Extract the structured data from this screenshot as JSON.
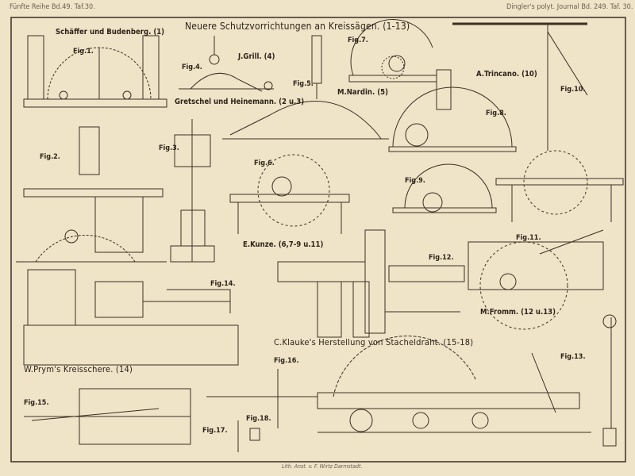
{
  "header": {
    "left": "Fünfte Reihe Bd.49. Taf.30.",
    "right": "Dingler's polyt. Journal Bd. 249. Taf. 30."
  },
  "title": "Neuere Schutzvorrichtungen an Kreissägen. (1-13)",
  "makers": {
    "schaeffer": "Schäffer und Budenberg. (1)",
    "grill": "J.Grill. (4)",
    "gretschel": "Gretschel und Heinemann. (2 u.3)",
    "nardin": "M.Nardin. (5)",
    "trincano": "A.Trincano. (10)",
    "kunze": "E.Kunze. (6,7-9 u.11)",
    "fromm": "M.Fromm. (12 u.13)",
    "klauke": "C.Klauke's Herstellung von Stacheldraht. (15-18)",
    "prym": "W.Prym's Kreisschere. (14)"
  },
  "figures": {
    "f1": "Fig.1.",
    "f2": "Fig.2.",
    "f3": "Fig.3.",
    "f4": "Fig.4.",
    "f5": "Fig.5.",
    "f6": "Fig.6.",
    "f7": "Fig.7.",
    "f8": "Fig.8.",
    "f9": "Fig.9.",
    "f10": "Fig.10.",
    "f11": "Fig.11.",
    "f12": "Fig.12.",
    "f13": "Fig.13.",
    "f14": "Fig.14.",
    "f15": "Fig.15.",
    "f16": "Fig.16.",
    "f17": "Fig.17.",
    "f18": "Fig.18."
  },
  "imprint": "Lith. Anst. v. F. Wirtz Darmstadt."
}
